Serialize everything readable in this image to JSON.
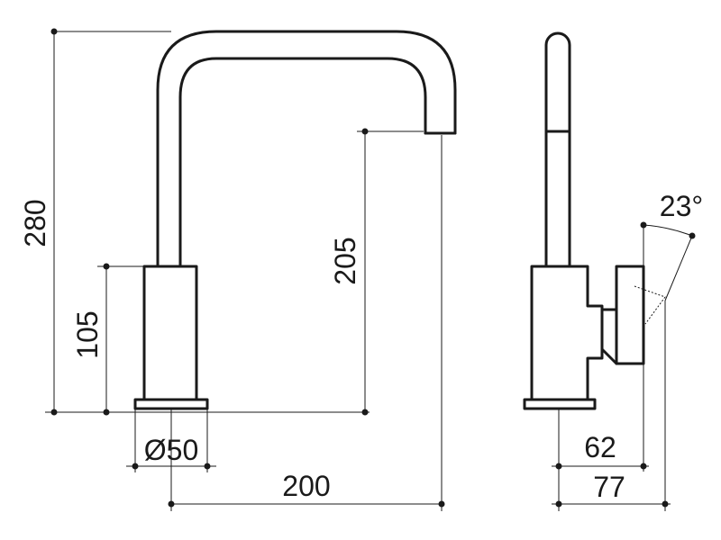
{
  "dimensions": {
    "overall_height": "280",
    "body_height": "105",
    "spout_outlet_height": "205",
    "base_diameter": "Ø50",
    "spout_reach": "200",
    "handle_depth": "62",
    "overall_depth": "77",
    "handle_angle": "23°"
  }
}
